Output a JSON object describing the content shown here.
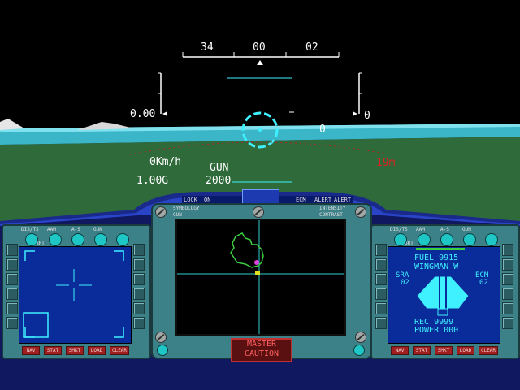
{
  "hud": {
    "heading_ticks": [
      "34",
      "00",
      "02"
    ],
    "left_scale_value": "0.00",
    "right_scale_value": "0",
    "center_value": "0",
    "speed": "0Km/h",
    "weapon": "GUN",
    "g_load": "1.00G",
    "ammo": "2000",
    "range": "19m"
  },
  "top_strip": {
    "lock": "LOCK",
    "on": "ON",
    "ecm": "ECM",
    "alert1": "ALERT",
    "alert2": "ALERT"
  },
  "center_mfd": {
    "symbology": "SYMBOLOGY",
    "gun": "GUN",
    "intensity": "INTENSITY",
    "contrast": "CONTRAST",
    "master_caution_line1": "MASTER",
    "master_caution_line2": "CAUTION"
  },
  "left_mfd": {
    "top_labels": [
      "DIS/TS",
      "AAM",
      "A-S",
      "GUN"
    ],
    "brt": "BRT",
    "bottom_buttons": [
      "NAV",
      "STAT",
      "SMKT",
      "LOAD",
      "CLEAR"
    ]
  },
  "right_mfd": {
    "top_labels": [
      "DIS/TS",
      "AAM",
      "A-S",
      "GUN"
    ],
    "brt": "BRT",
    "fuel_label": "FUEL 9915",
    "wingman": "WINGMAN W",
    "sra_label": "SRA",
    "sra_value": "02",
    "ecm_label": "ECM",
    "ecm_value": "02",
    "rec": "REC  9999",
    "power": "POWER 000",
    "bottom_buttons": [
      "NAV",
      "STAT",
      "SMKT",
      "LOAD",
      "CLEAR"
    ]
  },
  "colors": {
    "sky": "#000000",
    "ground": "#2f6a3a",
    "sea": "#3ab6c8",
    "panel": "#3c8088",
    "hud_cyan": "#3ff0ff",
    "mfd_blue": "#0a2c9a",
    "warning_red": "#e02020"
  }
}
